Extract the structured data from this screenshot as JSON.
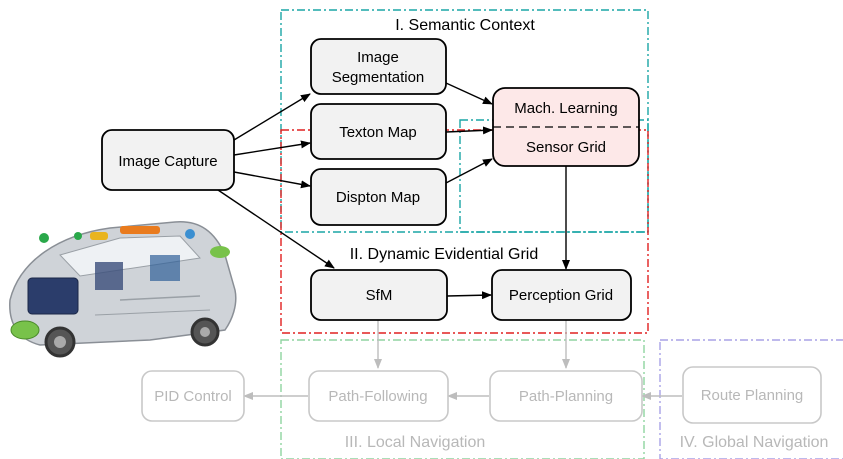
{
  "groups": {
    "semantic": "I. Semantic Context",
    "evidential": "II. Dynamic Evidential Grid",
    "local": "III. Local Navigation",
    "global": "IV. Global Navigation"
  },
  "nodes": {
    "image_capture": "Image Capture",
    "segmentation_line1": "Image",
    "segmentation_line2": "Segmentation",
    "texton": "Texton Map",
    "dispton": "Dispton Map",
    "ml": "Mach. Learning",
    "sensor_grid": "Sensor Grid",
    "sfm": "SfM",
    "perception_grid": "Perception Grid",
    "pid": "PID Control",
    "path_following": "Path-Following",
    "path_planning": "Path-Planning",
    "route_planning": "Route Planning"
  },
  "colors": {
    "semantic_border": "#1aa6a6",
    "evidential_border": "#e02020",
    "local_border": "#8fd4a0",
    "global_border": "#a9a2e6",
    "node_fill": "#f2f2f2",
    "ml_fill": "#fde8e8",
    "faded": "#b8b8b8"
  }
}
